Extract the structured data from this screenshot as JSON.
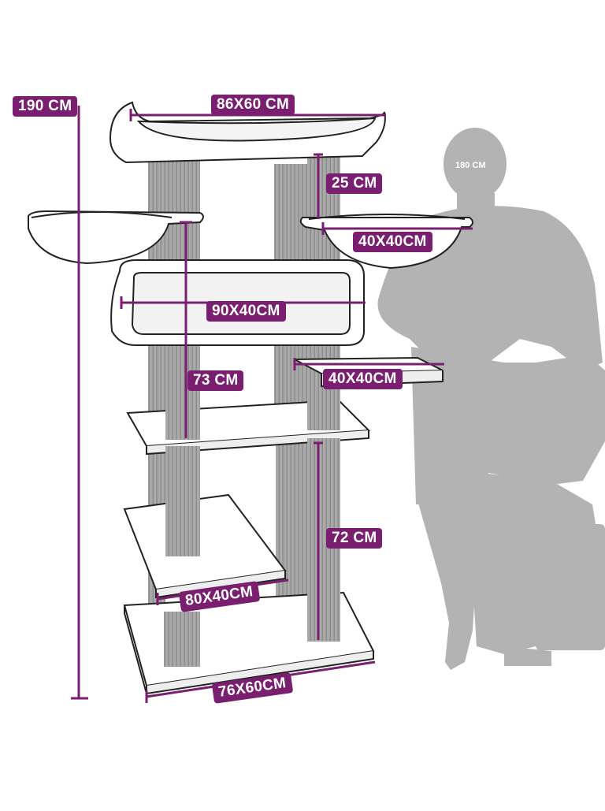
{
  "colors": {
    "accent": "#7a1f70",
    "post": "#a8a8a8",
    "post_dark": "#8c8c8c",
    "platform": "#ffffff",
    "outline": "#222222",
    "silhouette": "#b3b3b3"
  },
  "labels": {
    "total_height": "190 CM",
    "top_bed": "86X60 CM",
    "upper_gap": "25 CM",
    "hammock_right": "40X40CM",
    "cave": "90X40CM",
    "mid_post": "73 CM",
    "platform_right": "40X40CM",
    "lower_post": "72 CM",
    "lower_platform": "80X40CM",
    "base": "76X60CM",
    "person_height": "180 CM"
  }
}
